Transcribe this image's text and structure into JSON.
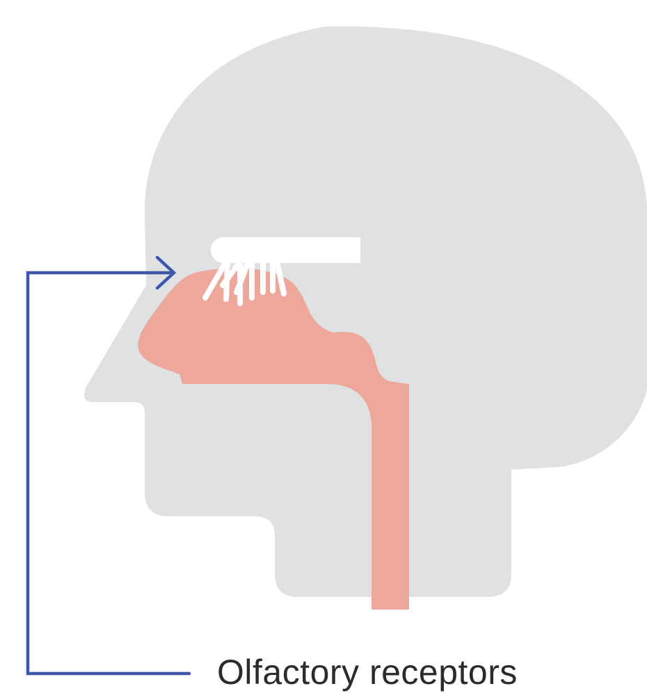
{
  "diagram": {
    "label": "Olfactory receptors",
    "colors": {
      "head": "#dfe1e3",
      "airway": "#eea89b",
      "receptors": "#ffffff",
      "pointer": "#3d56a8",
      "label_text": "#2b2b2b"
    },
    "icons": {
      "head": "head-profile-silhouette",
      "airway": "nasal-cavity-and-throat",
      "receptors": "olfactory-bulb-with-receptor-fibers",
      "pointer": "arrow-right-icon"
    }
  }
}
